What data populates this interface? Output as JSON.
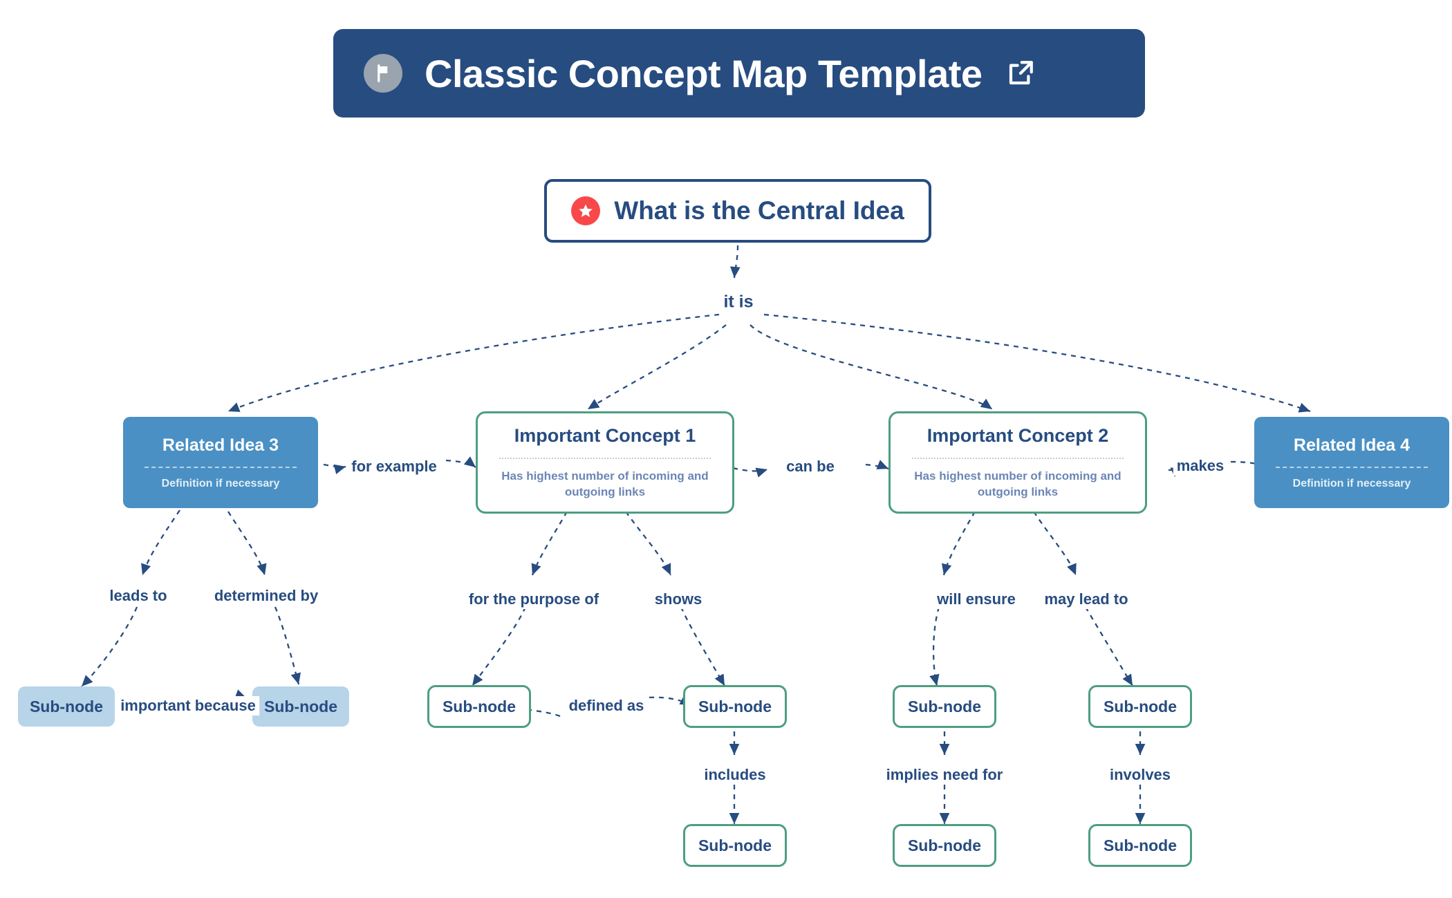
{
  "header": {
    "title": "Classic Concept Map Template",
    "flag_icon": "flag-icon",
    "external_link_icon": "external-link-icon",
    "background_color": "#274c80"
  },
  "colors": {
    "header_blue": "#274c80",
    "related_blue": "#4a90c4",
    "subnode_light_blue": "#b8d4e8",
    "concept_green": "#4d9e80",
    "star_red": "#f8484a",
    "text_blue": "#274c80",
    "concept_sub_text": "#6b86b5"
  },
  "central": {
    "label": "What is the Central Idea",
    "star_icon": "star-icon"
  },
  "concepts": {
    "related3": {
      "title": "Related Idea 3",
      "subtitle": "Definition if necessary"
    },
    "related4": {
      "title": "Related Idea 4",
      "subtitle": "Definition if necessary"
    },
    "concept1": {
      "title": "Important Concept 1",
      "subtitle": "Has highest number of incoming and outgoing links"
    },
    "concept2": {
      "title": "Important Concept 2",
      "subtitle": "Has highest number of incoming and outgoing links"
    }
  },
  "subnodes": {
    "r3_left": "Sub-node",
    "r3_right": "Sub-node",
    "c1_left": "Sub-node",
    "c1_right": "Sub-node",
    "c1_right_child": "Sub-node",
    "c2_left": "Sub-node",
    "c2_right": "Sub-node",
    "c2_left_child": "Sub-node",
    "c2_right_child": "Sub-node"
  },
  "edge_labels": {
    "it_is": "it is",
    "for_example": "for example",
    "can_be": "can be",
    "makes": "makes",
    "leads_to": "leads to",
    "determined_by": "determined by",
    "important_because": "important because",
    "for_the_purpose_of": "for the purpose of",
    "shows": "shows",
    "defined_as": "defined as",
    "includes": "includes",
    "will_ensure": "will ensure",
    "may_lead_to": "may lead to",
    "implies_need_for": "implies need for",
    "involves": "involves"
  }
}
